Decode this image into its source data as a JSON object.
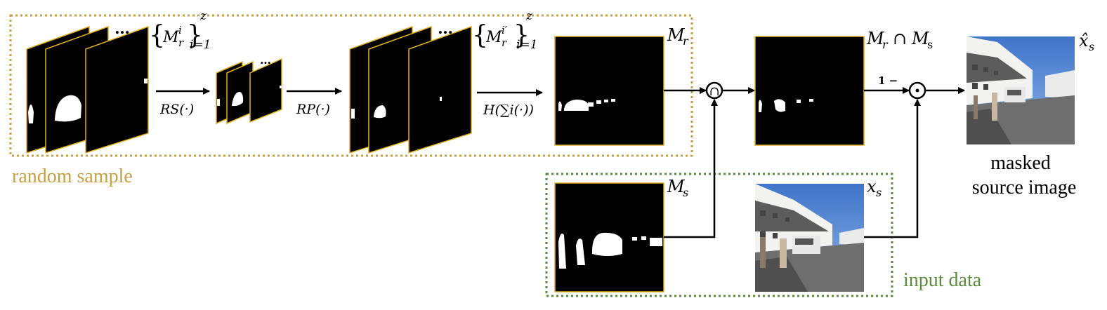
{
  "labels": {
    "random_sample": "random sample",
    "input_data": "input data",
    "masked_line1": "masked",
    "masked_line2": "source image",
    "ellipsis": "…",
    "one_minus": "1 −"
  },
  "operators": {
    "rs": "RS(·)",
    "rp": "RP(·)",
    "h_sum": "H(∑i(·))",
    "intersect": "∩",
    "odot": "⊙"
  },
  "math": {
    "set_open": "{",
    "set_close": "}",
    "M": "M",
    "r_sub": "r",
    "s_sub": "s",
    "i_sup": "i",
    "i_prime_sup": "i′",
    "z_sup": "z",
    "i_eq_1": "i=1",
    "cap_sym": "∩",
    "x": "x",
    "x_hat": "x̂"
  },
  "colors": {
    "random_border": "#c8a040",
    "input_border": "#5a8a3a",
    "frame_border": "#e0b020",
    "mask_bg": "#000000",
    "mask_fg": "#ffffff",
    "sky": "#4a7fd0",
    "road": "#6c6c6c"
  },
  "icons": {
    "arrow": "arrow-right-icon",
    "intersect": "intersection-icon",
    "odot": "hadamard-product-icon"
  }
}
